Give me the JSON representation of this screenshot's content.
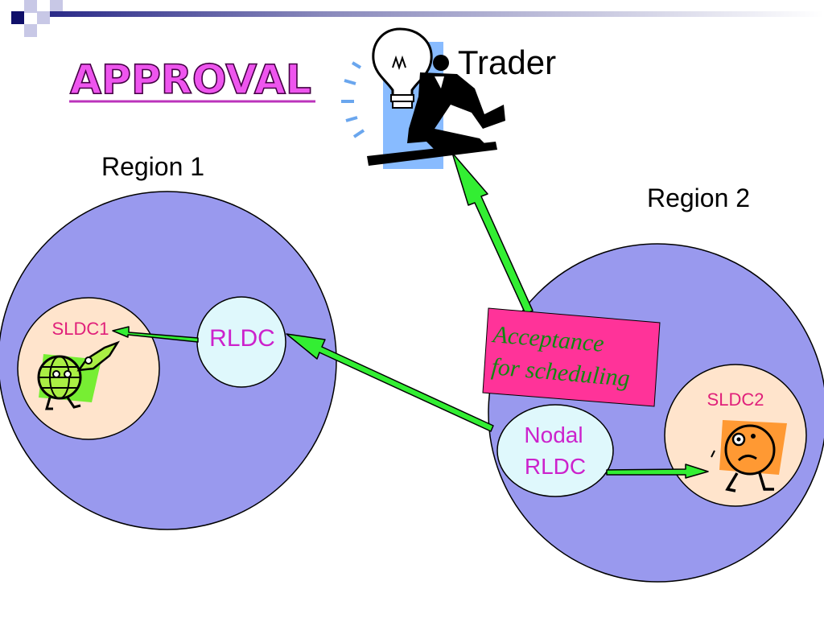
{
  "slide": {
    "title": "APPROVAL"
  },
  "labels": {
    "trader": "Trader",
    "region1": "Region 1",
    "region2": "Region 2",
    "sldc1": "SLDC1",
    "rldc": "RLDC",
    "sldc2": "SLDC2",
    "nodal_line1": "Nodal",
    "nodal_line2": "RLDC",
    "acceptance_line1": "Acceptance",
    "acceptance_line2": "for scheduling"
  },
  "icons": {
    "corner": "square-pattern-icon",
    "trader": "businessman-lightbulb-icon",
    "sldc1": "globe-character-icon",
    "sldc2": "worried-face-character-icon"
  },
  "colors": {
    "region_fill": "#9999ee",
    "sldc_fill": "#ffe4cc",
    "rldc_fill": "#dff8fc",
    "arrow": "#33ee33",
    "title": "#ee55ee",
    "sldc_text": "#e0207a",
    "rldc_text": "#cc22cc",
    "acceptance_box": "#ff3399",
    "acceptance_text": "#118811",
    "header_bar": "#1a1a80"
  }
}
